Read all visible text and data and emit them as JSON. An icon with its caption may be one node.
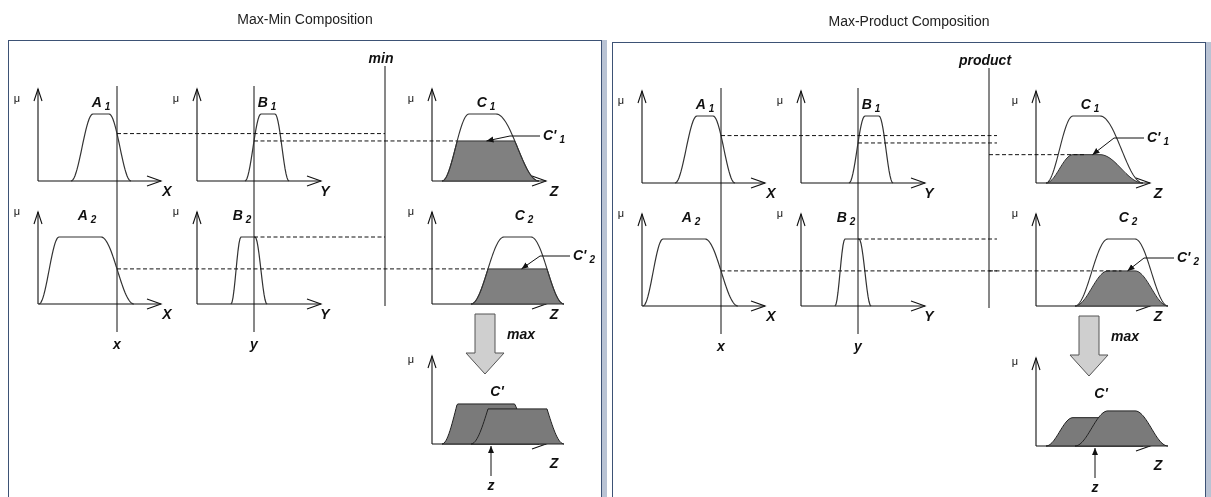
{
  "diagram": {
    "nodes": [
      {
        "text": [
          "Max-Min Composition"
        ]
      },
      {
        "text": [
          "C'$_{1}$"
        ],
        "in": 0
      },
      {
        "text": [
          "C'$_{2}$"
        ],
        "in": 0
      },
      {
        "text": [
          "z"
        ],
        "in": 0
      },
      {
        "text": [
          "Max-Product Composition"
        ]
      },
      {
        "text": [
          "C'$_{1}$"
        ],
        "in": 4
      },
      {
        "text": [
          "C'$_{2}$"
        ],
        "in": 4
      },
      {
        "text": [
          "z"
        ],
        "in": 4
      }
    ],
    "edges": [
      {
        "from": 1,
        "to": null,
        "arrow": "to"
      },
      {
        "from": 2,
        "to": null,
        "arrow": "to"
      },
      {
        "from": 3,
        "to": null,
        "arrow": "to"
      },
      {
        "from": 5,
        "to": null,
        "arrow": "to"
      },
      {
        "from": 6,
        "to": null,
        "arrow": "to"
      },
      {
        "from": 7,
        "to": null,
        "arrow": "to"
      }
    ],
    "labels": [
      "min",
      "μ",
      "A$_{1}$",
      "μ",
      "B$_{1}$",
      "μ",
      "C$_{1}$",
      "X",
      "Y",
      "Z",
      "μ",
      "A$_{2}$",
      "μ",
      "B$_{2}$",
      "μ",
      "C$_{2}$",
      "X",
      "Y",
      "Z",
      "x",
      "y",
      "max",
      "μ",
      "C'",
      "Z",
      "product",
      "μ",
      "A$_{1}$",
      "μ",
      "B$_{1}$",
      "μ",
      "C$_{1}$",
      "X",
      "Y",
      "Z",
      "μ",
      "A$_{2}$",
      "μ",
      "B$_{2}$",
      "μ",
      "C$_{2}$",
      "X",
      "Y",
      "Z",
      "x",
      "y",
      "max",
      "μ",
      "C'",
      "Z"
    ]
  }
}
